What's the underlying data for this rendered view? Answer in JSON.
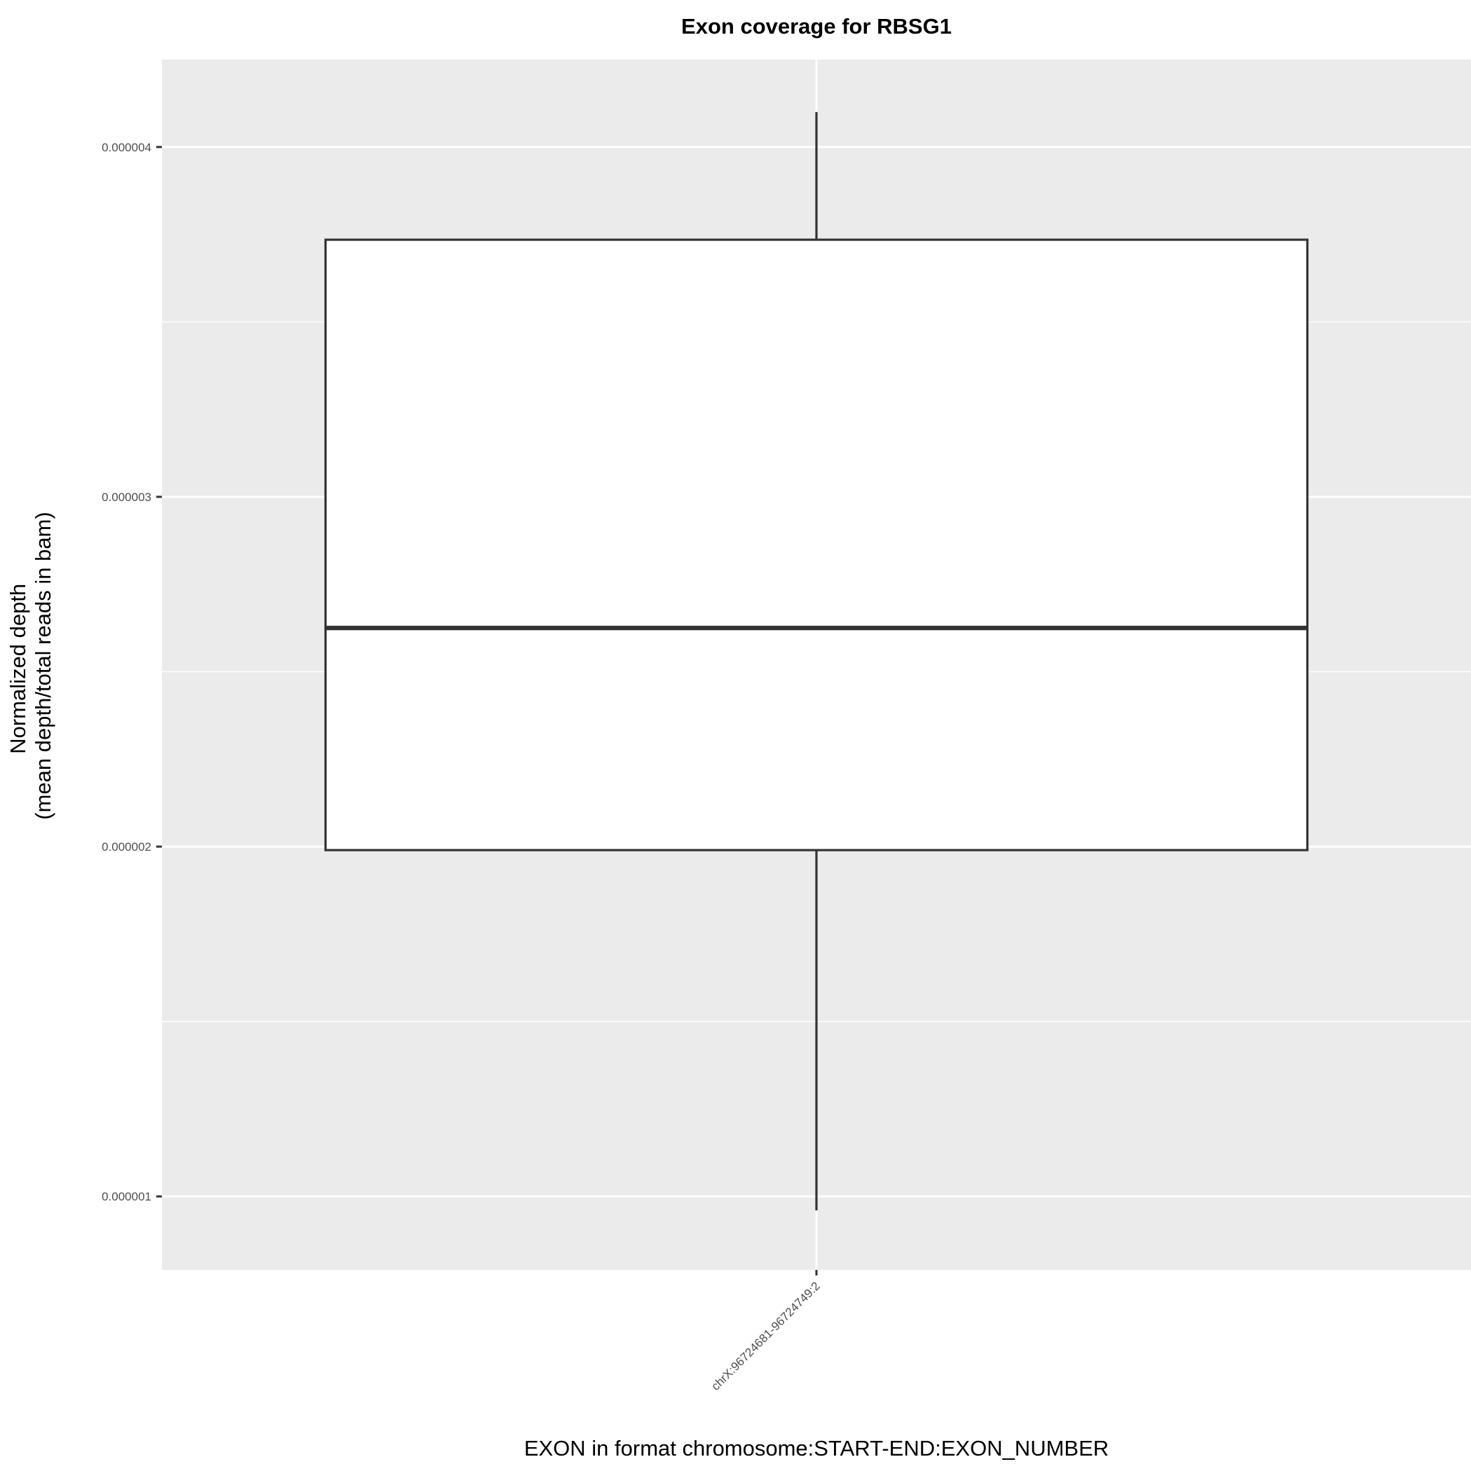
{
  "chart_data": {
    "type": "boxplot",
    "title": "Exon coverage for RBSG1",
    "xlabel": "EXON in format chromosome:START-END:EXON_NUMBER",
    "ylabel_lines": [
      "Normalized depth",
      "(mean depth/total reads in bam)"
    ],
    "categories": [
      "chrX:96724681-96724749:2"
    ],
    "boxes": [
      {
        "category": "chrX:96724681-96724749:2",
        "whisker_low": 9.6e-07,
        "q1": 1.99e-06,
        "median": 2.625e-06,
        "q3": 3.735e-06,
        "whisker_high": 4.1e-06
      }
    ],
    "ylim": [
      7.9e-07,
      4.25e-06
    ],
    "y_ticks": [
      1e-06,
      2e-06,
      3e-06,
      4e-06
    ],
    "y_tick_labels": [
      "0.000001",
      "0.000002",
      "0.000003",
      "0.000004"
    ],
    "grid": true,
    "panel_color": "#ebebeb",
    "grid_color": "#ffffff",
    "box_fill": "#ffffff",
    "box_stroke": "#333333"
  }
}
